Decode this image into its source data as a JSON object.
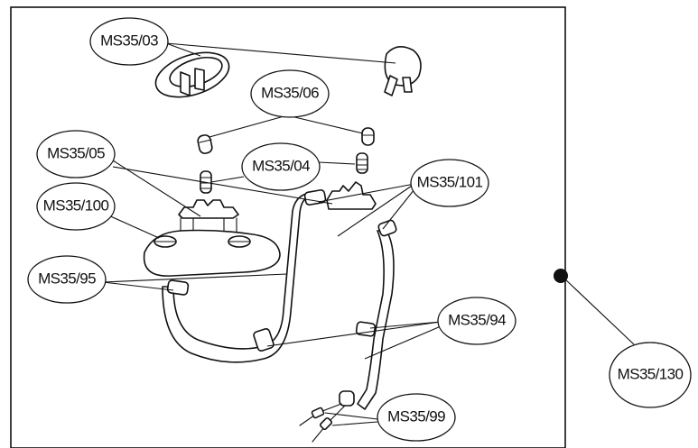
{
  "diagram": {
    "labels": {
      "ms35_03": "MS35/03",
      "ms35_06": "MS35/06",
      "ms35_05": "MS35/05",
      "ms35_04": "MS35/04",
      "ms35_101": "MS35/101",
      "ms35_100": "MS35/100",
      "ms35_95": "MS35/95",
      "ms35_94": "MS35/94",
      "ms35_99": "MS35/99",
      "ms35_130": "MS35/130"
    }
  }
}
